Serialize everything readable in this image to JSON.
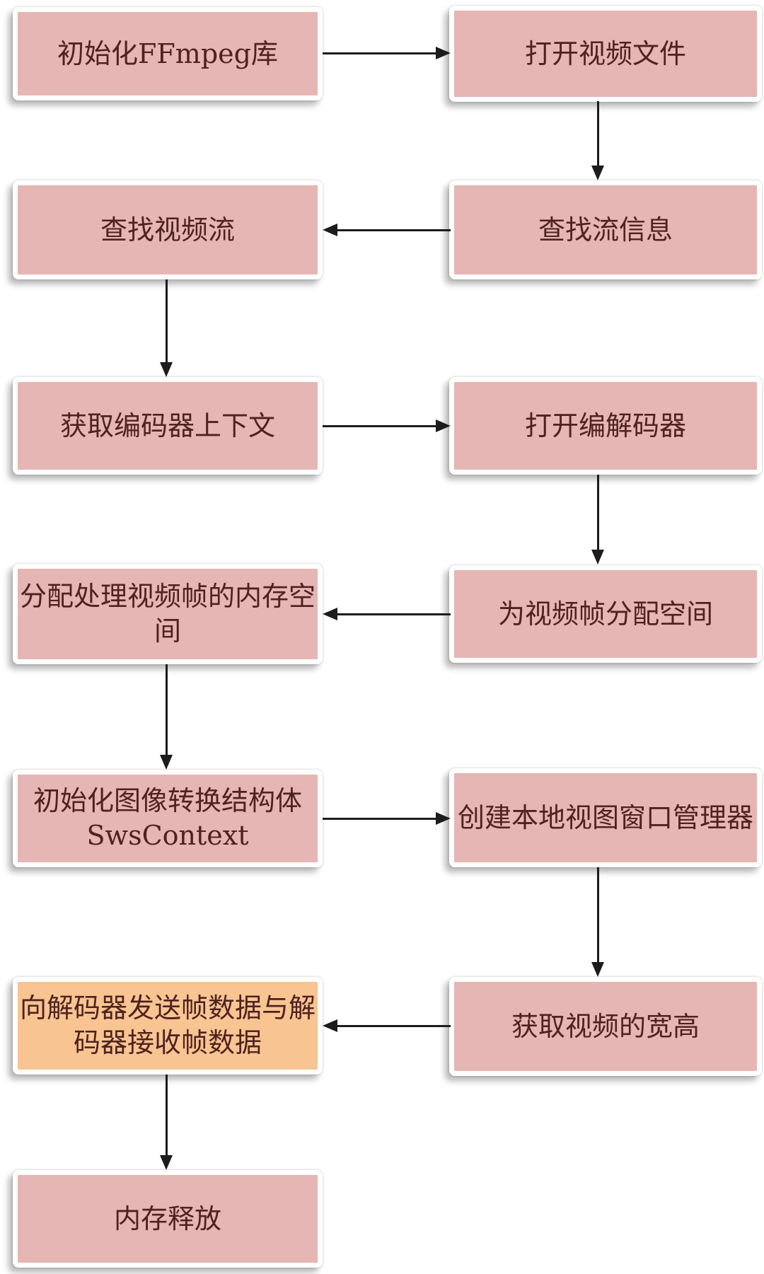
{
  "diagram": {
    "type": "flowchart",
    "language": "zh-CN",
    "colors": {
      "node_fill": "#e5b6b3",
      "highlight_node_fill": "#f8c592",
      "node_border": "#ffffff",
      "text": "#4e2220",
      "arrow": "#1c1c1c",
      "background": "#ffffff"
    },
    "nodes": [
      {
        "id": "init-ffmpeg",
        "label": "初始化FFmpeg库",
        "fill": "pink"
      },
      {
        "id": "open-video-file",
        "label": "打开视频文件",
        "fill": "pink"
      },
      {
        "id": "find-video-stream",
        "label": "查找视频流",
        "fill": "pink"
      },
      {
        "id": "find-stream-info",
        "label": "查找流信息",
        "fill": "pink"
      },
      {
        "id": "get-codec-context",
        "label": "获取编码器上下文",
        "fill": "pink"
      },
      {
        "id": "open-codec",
        "label": "打开编解码器",
        "fill": "pink"
      },
      {
        "id": "alloc-frame-memory",
        "label": "分配处理视频帧的内存空\n间",
        "fill": "pink"
      },
      {
        "id": "alloc-frame-space",
        "label": "为视频帧分配空间",
        "fill": "pink"
      },
      {
        "id": "init-swscontext",
        "label": "初始化图像转换结构体\nSwsContext",
        "fill": "pink"
      },
      {
        "id": "create-window-manager",
        "label": "创建本地视图窗口管理器",
        "fill": "pink"
      },
      {
        "id": "send-receive-frame-data",
        "label": "向解码器发送帧数据与解\n码器接收帧数据",
        "fill": "orange"
      },
      {
        "id": "get-video-size",
        "label": "获取视频的宽高",
        "fill": "pink"
      },
      {
        "id": "free-memory",
        "label": "内存释放",
        "fill": "pink"
      }
    ],
    "edges": [
      {
        "from": "init-ffmpeg",
        "to": "open-video-file",
        "direction": "right"
      },
      {
        "from": "open-video-file",
        "to": "find-stream-info",
        "direction": "down"
      },
      {
        "from": "find-stream-info",
        "to": "find-video-stream",
        "direction": "left"
      },
      {
        "from": "find-video-stream",
        "to": "get-codec-context",
        "direction": "down"
      },
      {
        "from": "get-codec-context",
        "to": "open-codec",
        "direction": "right"
      },
      {
        "from": "open-codec",
        "to": "alloc-frame-space",
        "direction": "down"
      },
      {
        "from": "alloc-frame-space",
        "to": "alloc-frame-memory",
        "direction": "left"
      },
      {
        "from": "alloc-frame-memory",
        "to": "init-swscontext",
        "direction": "down"
      },
      {
        "from": "init-swscontext",
        "to": "create-window-manager",
        "direction": "right"
      },
      {
        "from": "create-window-manager",
        "to": "get-video-size",
        "direction": "down"
      },
      {
        "from": "get-video-size",
        "to": "send-receive-frame-data",
        "direction": "left"
      },
      {
        "from": "send-receive-frame-data",
        "to": "free-memory",
        "direction": "down"
      }
    ]
  }
}
